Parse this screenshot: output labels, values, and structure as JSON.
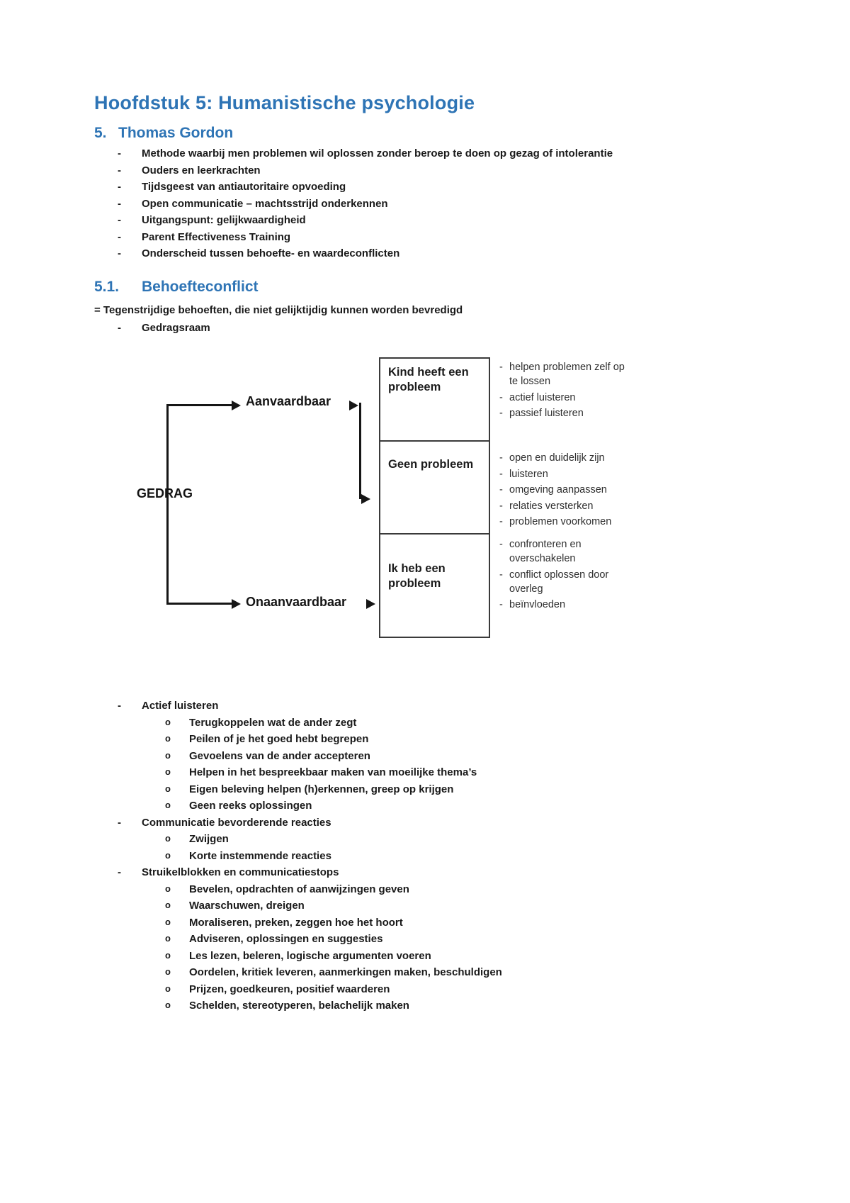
{
  "colors": {
    "heading_blue": "#2e74b5",
    "body_text": "#1a1a1a",
    "diagram_ink": "#2e2e2e"
  },
  "doc": {
    "title": "Hoofdstuk 5: Humanistische psychologie",
    "section": {
      "number": "5.",
      "title": "Thomas Gordon",
      "bullets": [
        "Methode waarbij men problemen wil oplossen zonder beroep te doen op gezag of intolerantie",
        "Ouders en leerkrachten",
        "Tijdsgeest van antiautoritaire opvoeding",
        "Open communicatie – machtsstrijd onderkennen",
        "Uitgangspunt: gelijkwaardigheid",
        "Parent Effectiveness Training",
        "Onderscheid tussen behoefte- en waardeconflicten"
      ]
    },
    "subsection": {
      "number": "5.1.",
      "title": "Behoefteconflict",
      "definition": "= Tegenstrijdige behoeften, die niet gelijktijdig kunnen worden bevredigd",
      "bullet": "Gedragsraam"
    },
    "diagram": {
      "axis_label": "GEDRAG",
      "acceptable_label": "Aanvaardbaar",
      "unacceptable_label": "Onaanvaardbaar",
      "boxes": [
        {
          "label": "Kind heeft een probleem",
          "annotations": [
            "helpen problemen zelf op te lossen",
            "actief luisteren",
            "passief luisteren"
          ]
        },
        {
          "label": "Geen probleem",
          "annotations": [
            "open en duidelijk zijn",
            "luisteren",
            "omgeving aanpassen",
            "relaties versterken",
            "problemen voorkomen"
          ]
        },
        {
          "label": "Ik heb een probleem",
          "annotations": [
            "confronteren en overschakelen",
            "conflict oplossen door overleg",
            "beïnvloeden"
          ]
        }
      ]
    },
    "lists": [
      {
        "title": "Actief luisteren",
        "items": [
          "Terugkoppelen wat de ander zegt",
          "Peilen of je het goed hebt begrepen",
          "Gevoelens van de ander accepteren",
          "Helpen in het bespreekbaar maken van moeilijke thema’s",
          "Eigen beleving helpen (h)erkennen, greep op krijgen",
          "Geen reeks oplossingen"
        ]
      },
      {
        "title": "Communicatie bevorderende reacties",
        "items": [
          "Zwijgen",
          "Korte instemmende reacties"
        ]
      },
      {
        "title": "Struikelblokken en communicatiestops",
        "items": [
          "Bevelen, opdrachten of aanwijzingen geven",
          "Waarschuwen, dreigen",
          "Moraliseren, preken, zeggen hoe het hoort",
          "Adviseren, oplossingen en suggesties",
          "Les lezen, beleren, logische argumenten voeren",
          "Oordelen, kritiek leveren, aanmerkingen maken, beschuldigen",
          "Prijzen, goedkeuren, positief waarderen",
          "Schelden, stereotyperen, belachelijk maken"
        ]
      }
    ]
  }
}
